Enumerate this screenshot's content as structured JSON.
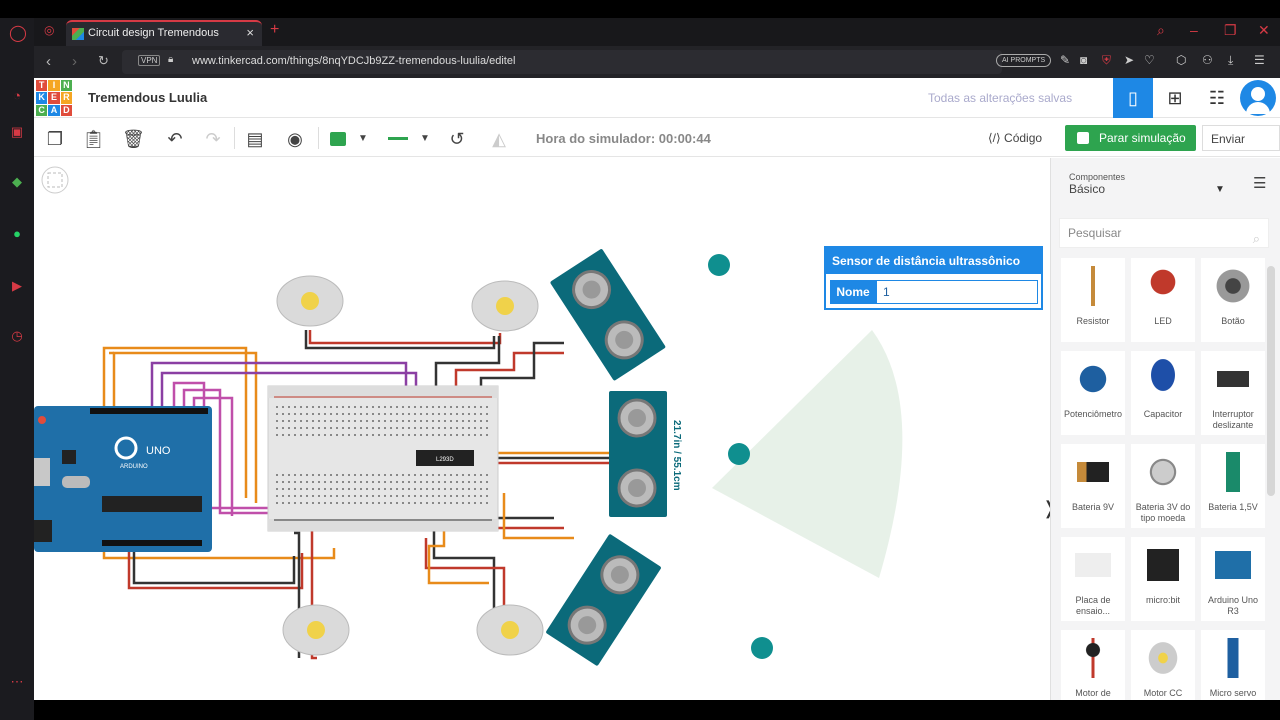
{
  "browser": {
    "tab_title": "Circuit design Tremendous",
    "url": "www.tinkercad.com/things/8nqYDCJb9ZZ-tremendous-luulia/editel",
    "vpn_label": "VPN",
    "ai_prompts_label": "AI PROMPTS"
  },
  "logo": [
    "TIN",
    "KER",
    "CAD"
  ],
  "header": {
    "project_title": "Tremendous Luulia",
    "saved_status": "Todas as alterações salvas"
  },
  "toolbar": {
    "sim_time": "Hora do simulador: 00:00:44",
    "code_label": "Código",
    "stop_label": "Parar simulação",
    "send_label": "Enviar para",
    "component_color": "#2ea44f"
  },
  "popup": {
    "title": "Sensor de distância ultrassônico",
    "name_label": "Nome",
    "name_value": "1"
  },
  "sensor_readout": "21.7in / 55.1cm",
  "breadboard_chip": "L293D",
  "panel": {
    "components_label": "Componentes",
    "selected": "Básico",
    "search_placeholder": "Pesquisar",
    "items": [
      {
        "label": "Resistor"
      },
      {
        "label": "LED"
      },
      {
        "label": "Botão"
      },
      {
        "label": "Potenciômetro"
      },
      {
        "label": "Capacitor"
      },
      {
        "label": "Interruptor deslizante"
      },
      {
        "label": "Bateria 9V"
      },
      {
        "label": "Bateria 3V do tipo moeda"
      },
      {
        "label": "Bateria 1,5V"
      },
      {
        "label": "Placa de ensaio..."
      },
      {
        "label": "micro:bit"
      },
      {
        "label": "Arduino Uno R3"
      },
      {
        "label": "Motor de"
      },
      {
        "label": "Motor CC"
      },
      {
        "label": "Micro servo"
      }
    ]
  }
}
